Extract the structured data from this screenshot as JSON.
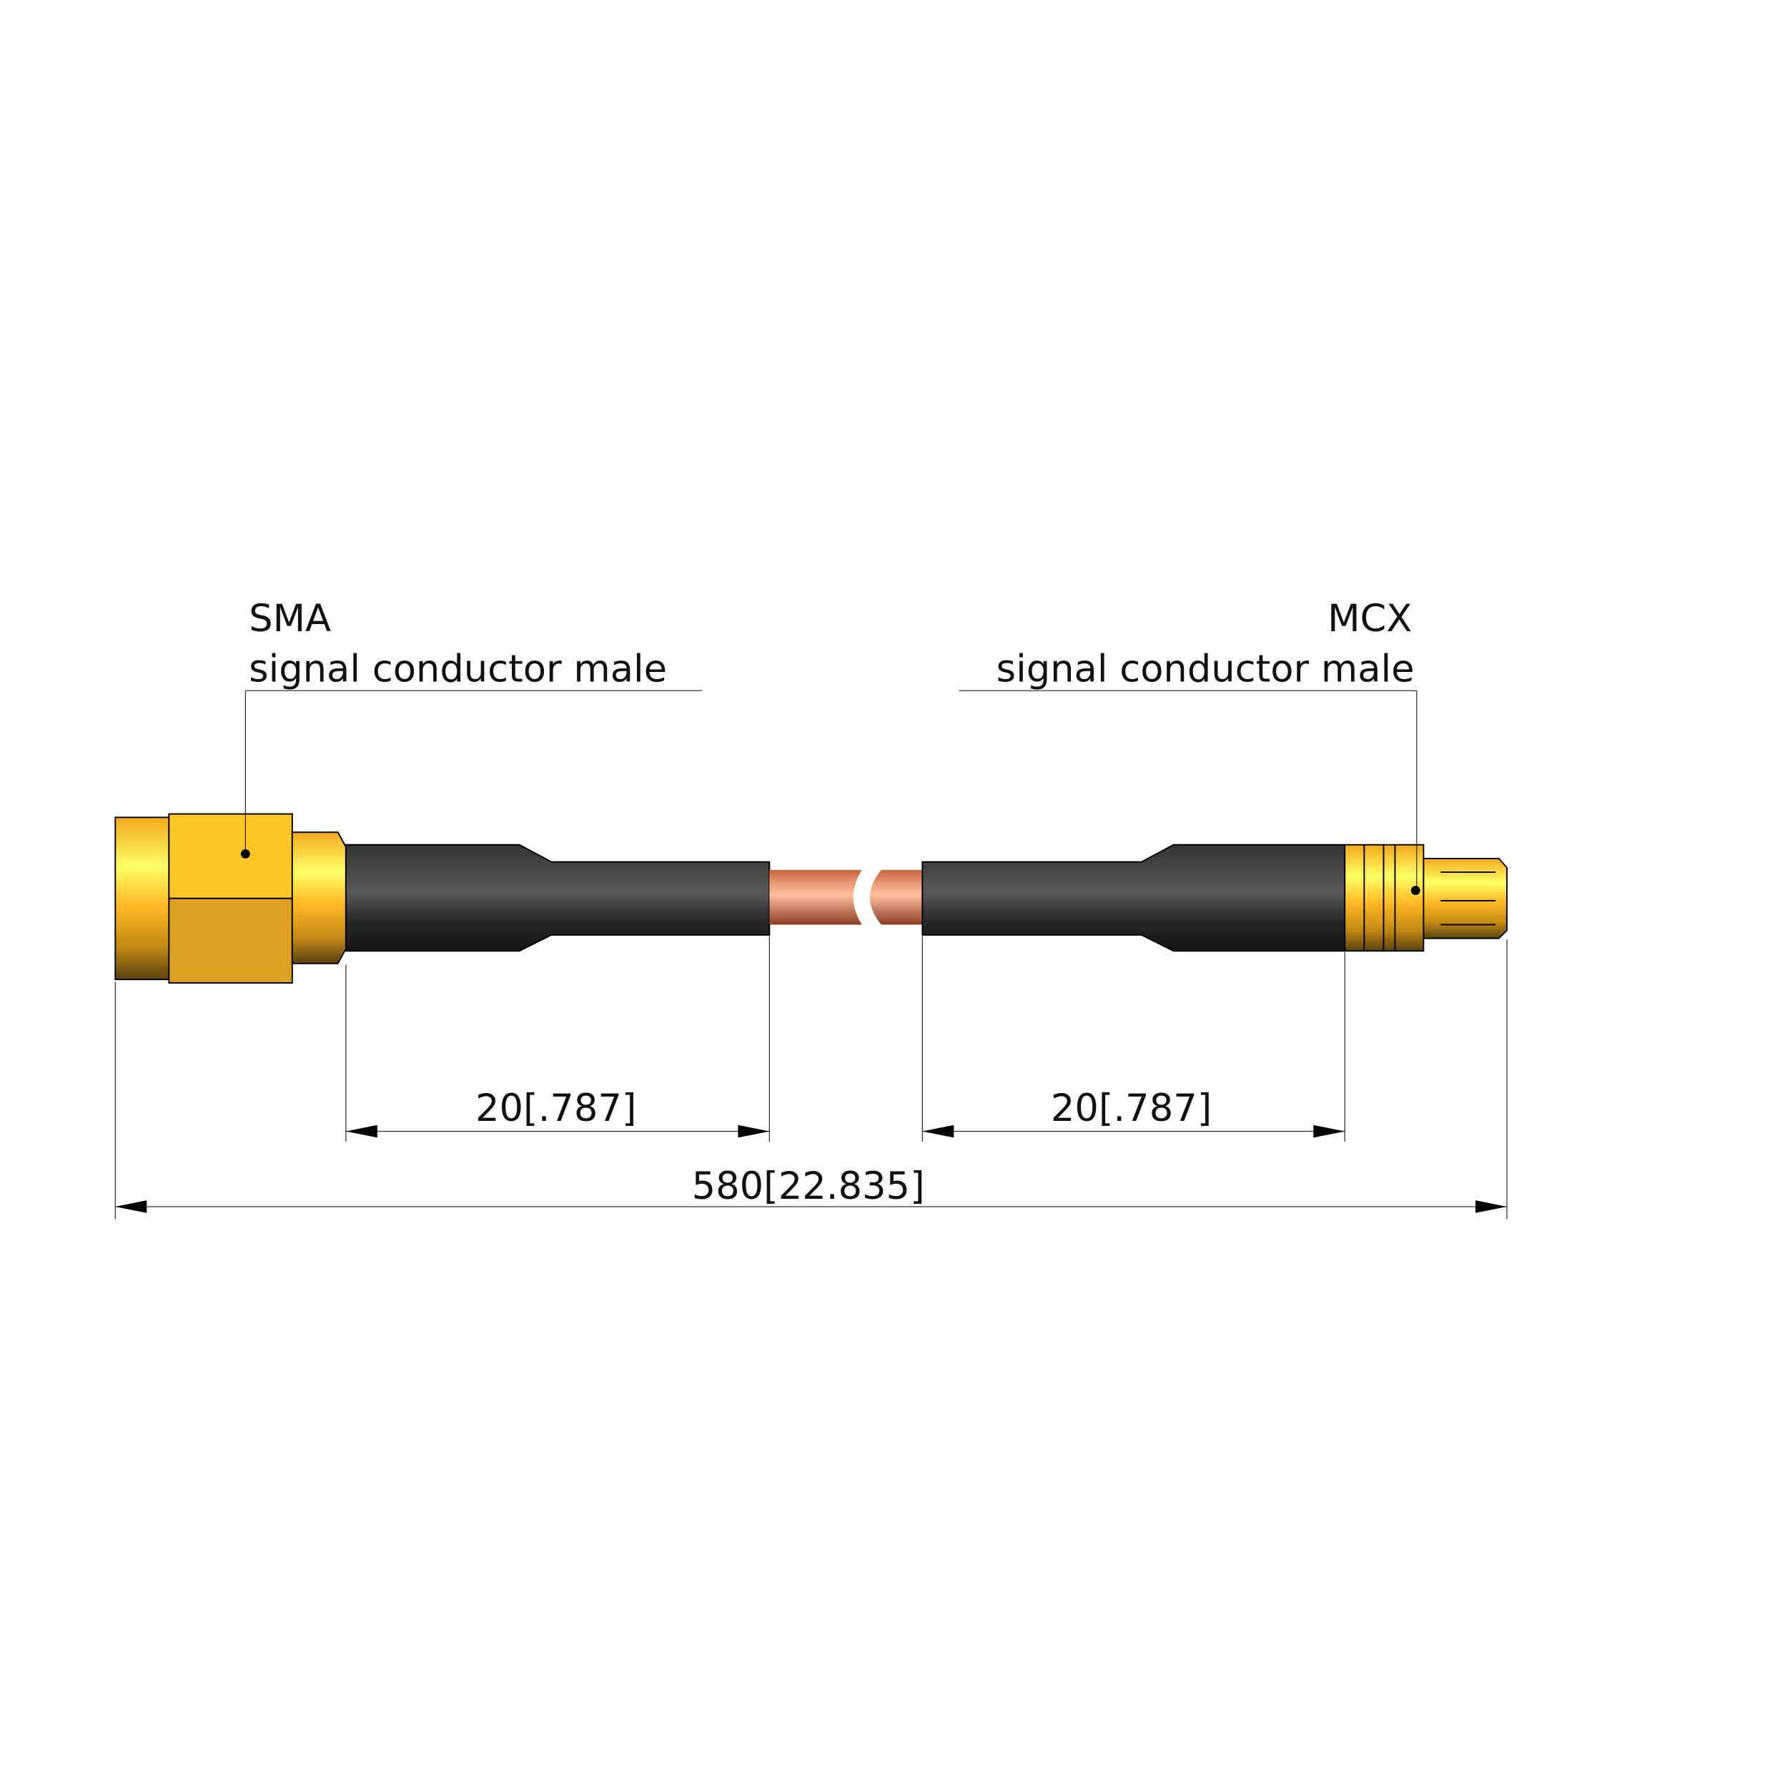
{
  "labels": {
    "left_connector": {
      "type": "SMA",
      "description": "signal conductor male"
    },
    "right_connector": {
      "type": "MCX",
      "description": "signal conductor male"
    }
  },
  "dimensions": {
    "left_boot": "20[.787]",
    "right_boot": "20[.787]",
    "overall": "580[22.835]"
  },
  "colors": {
    "gold": "#F5B81E",
    "cable_jacket": "#2E2E2E",
    "copper": "#D9825A"
  }
}
